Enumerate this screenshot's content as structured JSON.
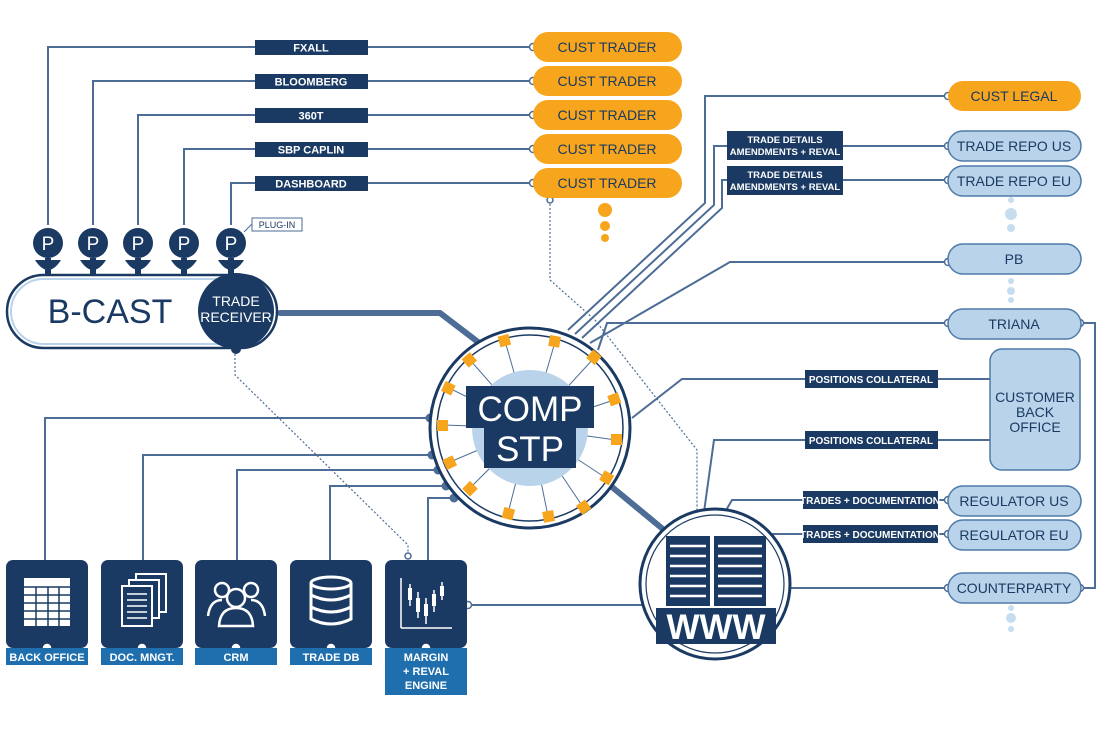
{
  "colors": {
    "navy": "#1a3a63",
    "line": "#4d6d96",
    "light_blue": "#b9d3ea",
    "light_blue_stroke": "#4d7aa8",
    "orange": "#f7a51c",
    "orange_light": "#fbc14a",
    "dot_light": "#c6ddf0"
  },
  "bcast": {
    "title": "B-CAST",
    "receiver_line1": "TRADE",
    "receiver_line2": "RECEIVER"
  },
  "plugins": {
    "letter": "P",
    "tag": "PLUG-IN"
  },
  "channels": [
    "FXALL",
    "BLOOMBERG",
    "360T",
    "SBP CAPLIN",
    "DASHBOARD"
  ],
  "cust_trader": "CUST TRADER",
  "cust_legal": "CUST LEGAL",
  "hub": {
    "line1": "COMP",
    "line2": "STP"
  },
  "trade_details": {
    "line1": "TRADE DETAILS",
    "line2": "AMENDMENTS + REVAL"
  },
  "right_nodes": {
    "trade_repo_us": "TRADE REPO US",
    "trade_repo_eu": "TRADE REPO EU",
    "pb": "PB",
    "triana": "TRIANA",
    "customer_back_office": [
      "CUSTOMER",
      "BACK",
      "OFFICE"
    ],
    "regulator_us": "REGULATOR US",
    "regulator_eu": "REGULATOR EU",
    "counterparty": "COUNTERPARTY"
  },
  "positions_collateral": "POSITIONS COLLATERAL",
  "trades_documentation": "TRADES + DOCUMENTATION",
  "www": "WWW",
  "modules": {
    "back_office": "BACK OFFICE",
    "doc_mngt": "DOC. MNGT.",
    "crm": "CRM",
    "trade_db": "TRADE DB",
    "margin": [
      "MARGIN",
      "+ REVAL",
      "ENGINE"
    ]
  }
}
